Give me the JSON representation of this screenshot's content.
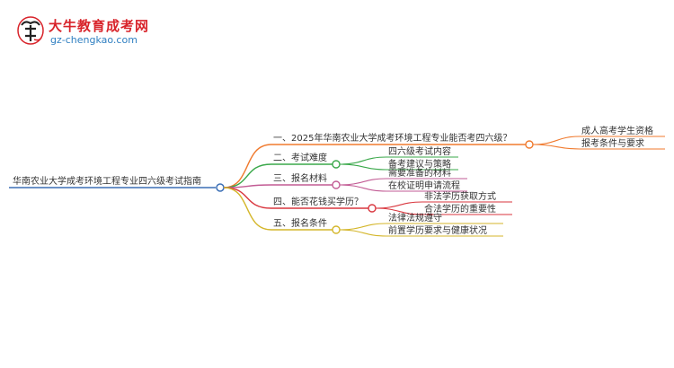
{
  "logo": {
    "title": "大牛教育成考网",
    "url": "gz-chengkao.com"
  },
  "mindmap": {
    "root": "华南农业大学成考环境工程专业四六级考试指南",
    "branches": [
      {
        "label": "一、2025年华南农业大学成考环境工程专业能否考四六级？",
        "color": "#f07a2e",
        "children": [
          "成人高考学生资格",
          "报考条件与要求"
        ]
      },
      {
        "label": "二、考试难度",
        "color": "#3aa84a",
        "children": [
          "四六级考试内容",
          "备考建议与策略"
        ]
      },
      {
        "label": "三、报名材料",
        "color": "#c25b94",
        "children": [
          "需要准备的材料",
          "在校证明申请流程"
        ]
      },
      {
        "label": "四、能否花钱买学历？",
        "color": "#d9363e",
        "children": [
          "非法学历获取方式",
          "合法学历的重要性"
        ]
      },
      {
        "label": "五、报名条件",
        "color": "#d4b62a",
        "children": [
          "法律法规遵守",
          "前置学历要求与健康状况"
        ]
      }
    ]
  },
  "colors": {
    "root_line": "#3b6fb6",
    "child_line": "#4aa8d8",
    "logo_red": "#d8232a",
    "logo_blue": "#2f7fc1"
  }
}
